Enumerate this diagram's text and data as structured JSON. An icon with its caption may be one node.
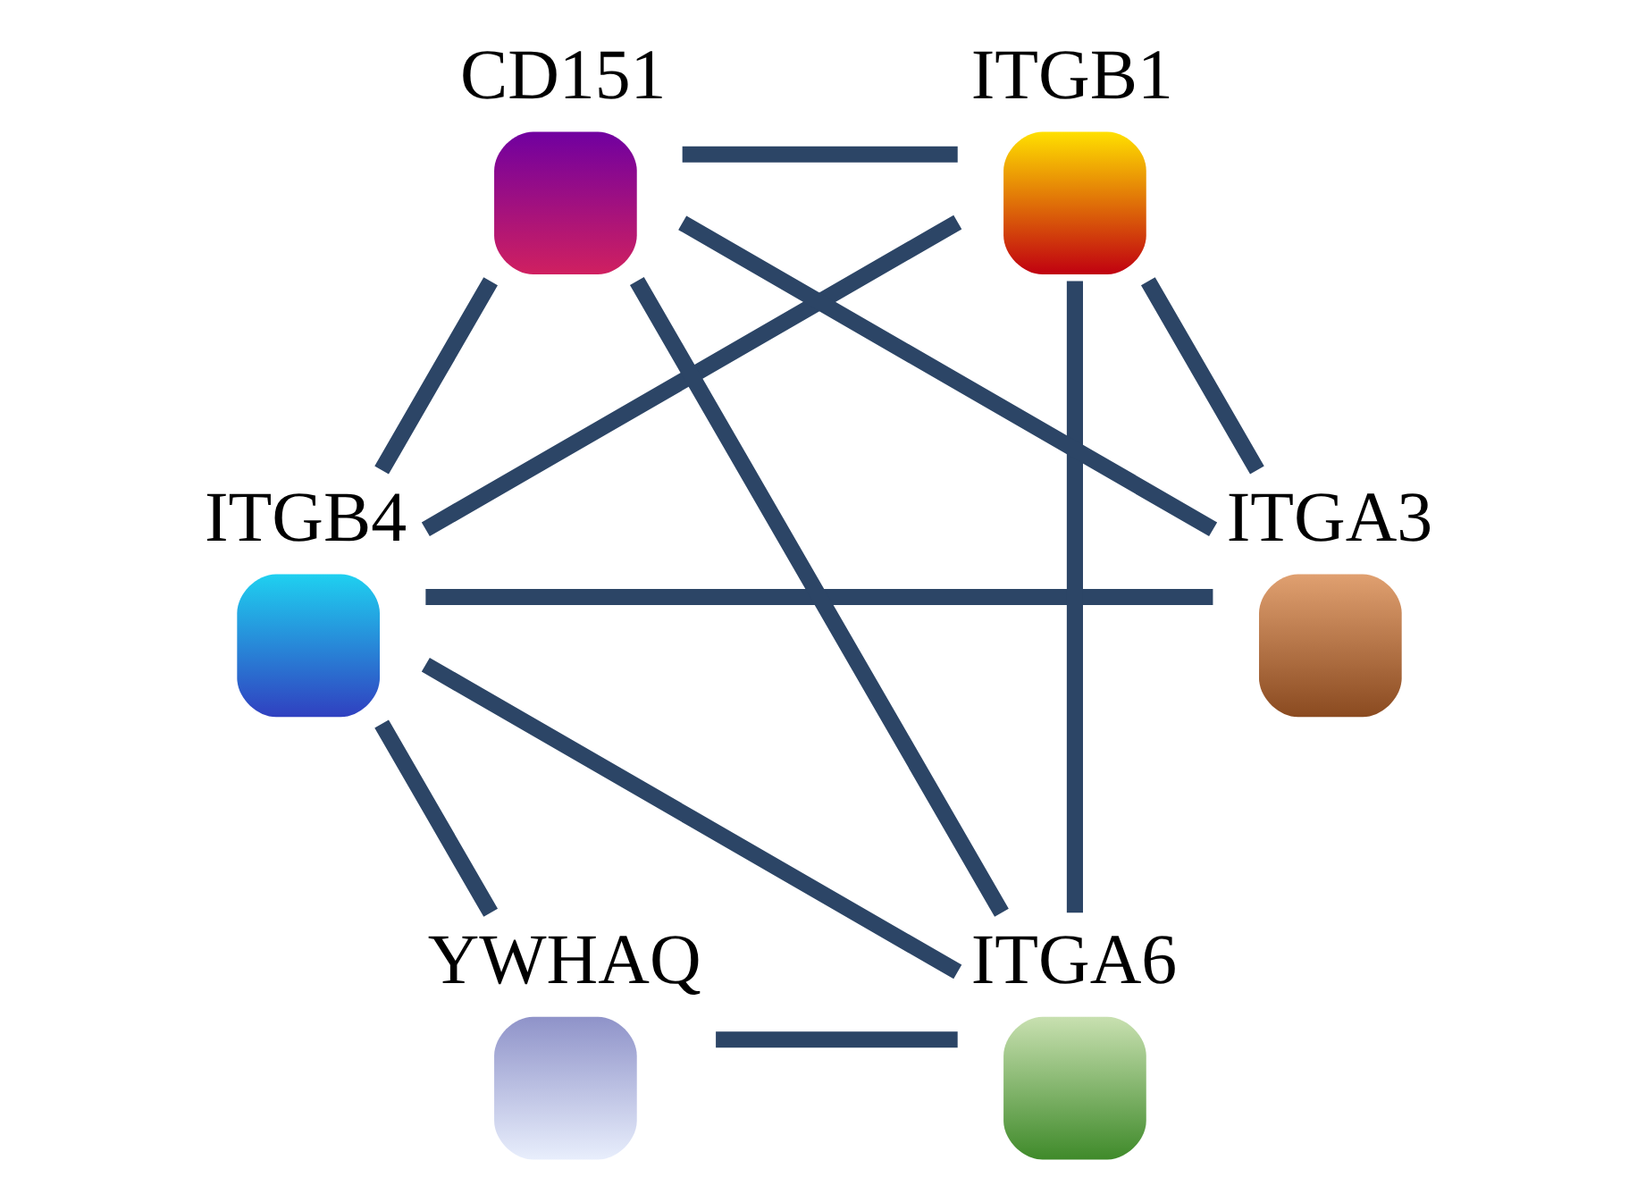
{
  "diagram": {
    "nodes": [
      {
        "text": [
          "YWHAQ"
        ]
      },
      {
        "text": [
          "ITGB4"
        ]
      },
      {
        "text": [
          "ITGA6"
        ]
      },
      {
        "text": [
          "ITGA3"
        ]
      },
      {
        "text": [
          "ITGB1"
        ]
      },
      {
        "text": [
          "CD151"
        ]
      }
    ],
    "edges": [
      {
        "from": 0,
        "to": 1,
        "arrow": "none"
      },
      {
        "from": 0,
        "to": 2,
        "arrow": "none"
      },
      {
        "from": 1,
        "to": 2,
        "arrow": "none"
      },
      {
        "from": 1,
        "to": 3,
        "arrow": "none"
      },
      {
        "from": 1,
        "to": 4,
        "arrow": "none"
      },
      {
        "from": 1,
        "to": 5,
        "arrow": "none"
      },
      {
        "from": 2,
        "to": 4,
        "arrow": "none"
      },
      {
        "from": 2,
        "to": 5,
        "arrow": "none"
      },
      {
        "from": 3,
        "to": 4,
        "arrow": "none"
      },
      {
        "from": 3,
        "to": 5,
        "arrow": "none"
      },
      {
        "from": 4,
        "to": 5,
        "arrow": "none"
      }
    ]
  }
}
